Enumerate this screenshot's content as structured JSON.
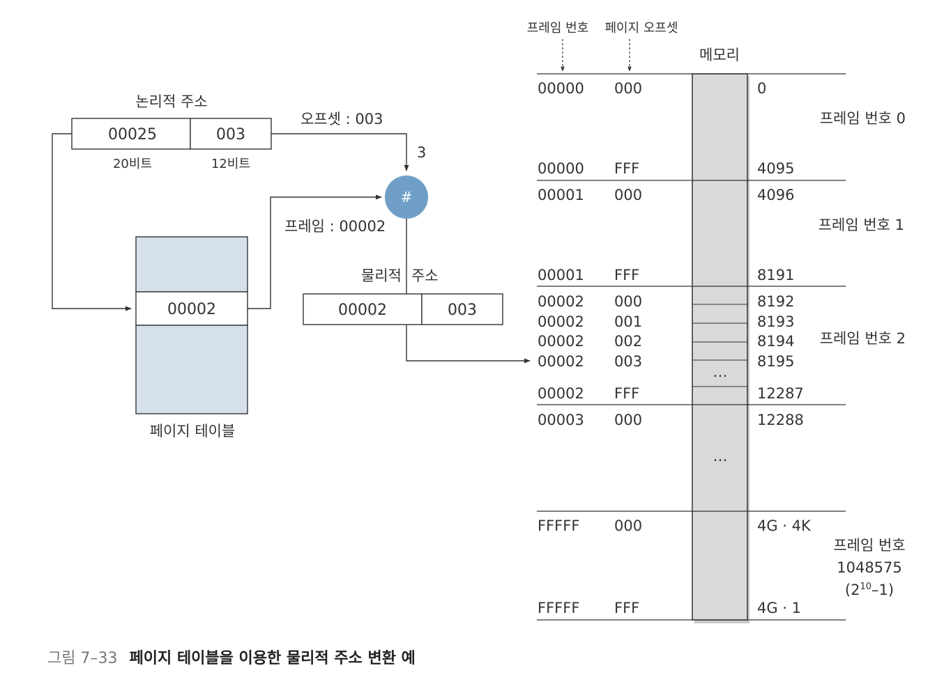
{
  "colors": {
    "ink": "#333333",
    "node_fill": "#6f9fc6",
    "table_fill": "#d6e0ea",
    "memory_fill": "#d9d9d9"
  },
  "icons": {
    "adder": "hash-node-icon"
  },
  "labels": {
    "frame_number_header": "프레임 번호",
    "page_offset_header": "페이지 오프셋",
    "memory": "메모리",
    "logical_address": "논리적 주소",
    "offset_label": "오프셋 : 003",
    "bits20": "20비트",
    "bits12": "12비트",
    "num3": "3",
    "node_symbol": "#",
    "frame_label": "프레임 : 00002",
    "physical_address": "물리적",
    "physical_address2": "주소",
    "page_table": "페이지 테이블"
  },
  "logical": {
    "page": "00025",
    "offset": "003"
  },
  "page_table": {
    "entry": "00002"
  },
  "physical": {
    "frame": "00002",
    "offset": "003"
  },
  "memory": {
    "rows": [
      {
        "frame": "00000",
        "offset": "000",
        "addr": "0"
      },
      {
        "frame": "00000",
        "offset": "FFF",
        "addr": "4095"
      },
      {
        "frame": "00001",
        "offset": "000",
        "addr": "4096"
      },
      {
        "frame": "00001",
        "offset": "FFF",
        "addr": "8191"
      },
      {
        "frame": "00002",
        "offset": "000",
        "addr": "8192"
      },
      {
        "frame": "00002",
        "offset": "001",
        "addr": "8193"
      },
      {
        "frame": "00002",
        "offset": "002",
        "addr": "8194"
      },
      {
        "frame": "00002",
        "offset": "003",
        "addr": "8195"
      },
      {
        "frame": "00002",
        "offset": "FFF",
        "addr": "12287"
      },
      {
        "frame": "00003",
        "offset": "000",
        "addr": "12288"
      },
      {
        "frame": "FFFFF",
        "offset": "000",
        "addr": "4G · 4K"
      },
      {
        "frame": "FFFFF",
        "offset": "FFF",
        "addr": "4G · 1"
      }
    ],
    "ellipsis": "…",
    "frame_labels": {
      "f0": "프레임 번호 0",
      "f1": "프레임 번호 1",
      "f2": "프레임 번호 2",
      "flast_line1": "프레임 번호",
      "flast_line2": "1048575",
      "flast_line3_base": "(2",
      "flast_line3_exp": "10",
      "flast_line3_tail": "–1)"
    }
  },
  "caption": {
    "number": "그림 7–33",
    "title": "페이지 테이블을 이용한 물리적 주소 변환 예"
  }
}
